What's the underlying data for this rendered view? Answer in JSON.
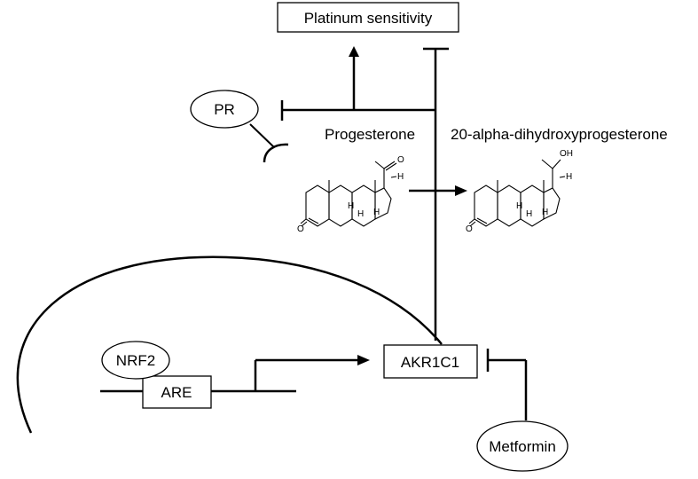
{
  "nodes": {
    "platinum_sensitivity": "Platinum sensitivity",
    "pr": "PR",
    "progesterone": "Progesterone",
    "dihydroxyprogesterone": "20-alpha-dihydroxyprogesterone",
    "nrf2": "NRF2",
    "are": "ARE",
    "akr1c1": "AKR1C1",
    "metformin": "Metformin"
  },
  "molecules": {
    "progesterone": {
      "ring_oxygen": "O",
      "side_chain_oxygen": "O",
      "hydrogen": "H"
    },
    "dihydroxyprogesterone": {
      "ring_oxygen": "O",
      "side_chain_hydroxyl": "OH",
      "hydrogen": "H"
    }
  },
  "relations": [
    {
      "from": "progesterone",
      "to": "platinum_sensitivity",
      "type": "promotes"
    },
    {
      "from": "progesterone",
      "to": "pr",
      "type": "inhibits"
    },
    {
      "from": "akr1c1",
      "to": "platinum_sensitivity",
      "type": "inhibits"
    },
    {
      "from": "progesterone",
      "to": "dihydroxyprogesterone",
      "type": "converts"
    },
    {
      "from": "nrf2",
      "to": "are",
      "type": "binds"
    },
    {
      "from": "are",
      "to": "akr1c1",
      "type": "activates"
    },
    {
      "from": "metformin",
      "to": "akr1c1",
      "type": "inhibits"
    }
  ]
}
